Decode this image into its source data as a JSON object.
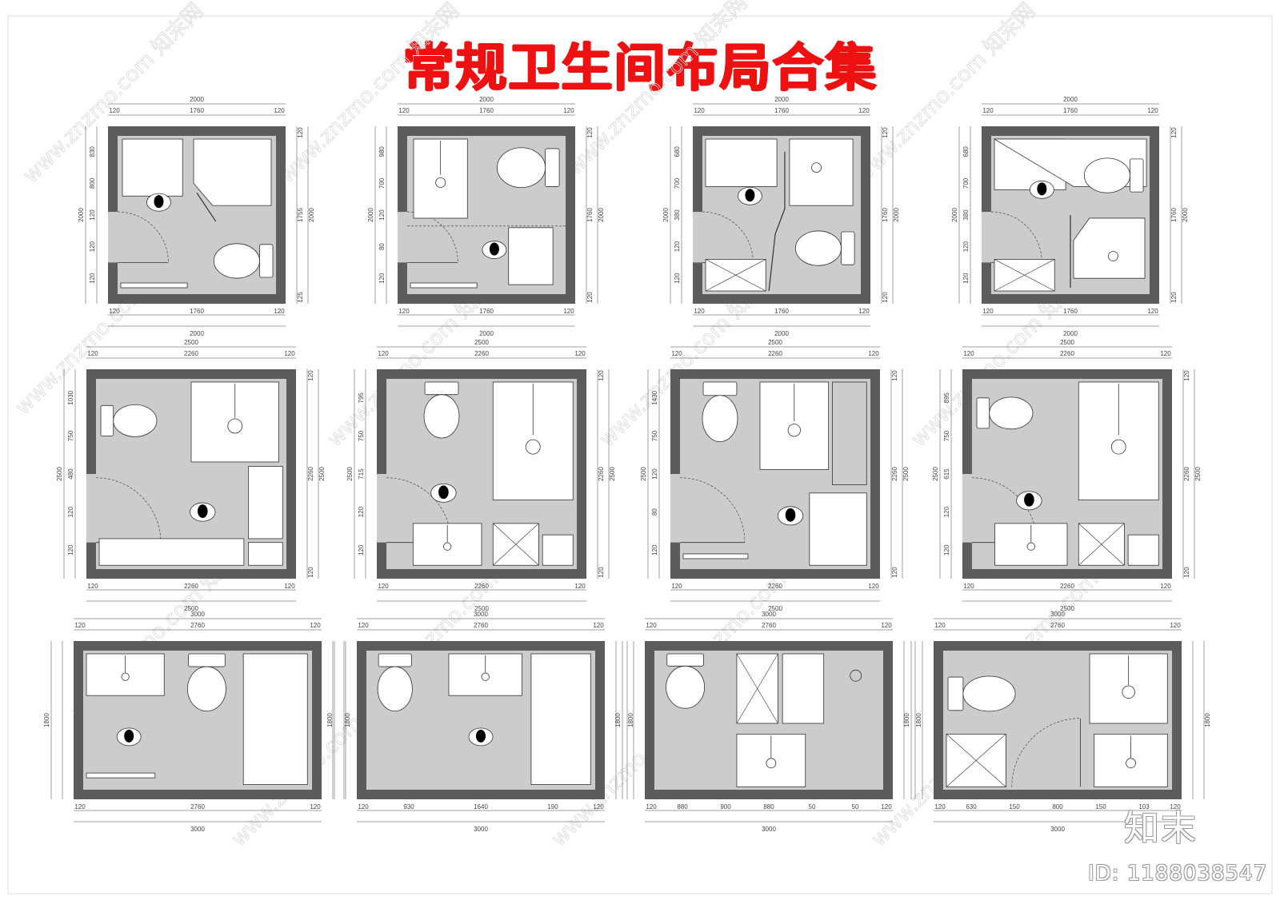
{
  "title": "常规卫生间布局合集",
  "watermark": {
    "logo": "知末",
    "id": "ID: 1188038547",
    "diagonal_text": "www.znzmo.com 知末网"
  },
  "colors": {
    "title": "#ee1111",
    "wall": "#5c5c5c",
    "floor": "#cccccc",
    "fixture": "#ffffff",
    "line": "#333333",
    "dim": "#444444"
  },
  "plans": [
    {
      "group": "2000x2000",
      "top": [
        "2000",
        "1760",
        "120",
        "120"
      ],
      "bottom": [
        "1760",
        "2000",
        "120",
        "120"
      ],
      "left": [
        "2000",
        "830",
        "800",
        "120",
        "120",
        "120"
      ],
      "right": [
        "2000",
        "1755",
        "120",
        "125"
      ]
    },
    {
      "group": "2000x2000",
      "top": [
        "2000",
        "1760",
        "120",
        "120"
      ],
      "bottom": [
        "1760",
        "2000",
        "120",
        "120"
      ],
      "left": [
        "2000",
        "980",
        "700",
        "120",
        "80",
        "120"
      ],
      "right": [
        "2000",
        "1760",
        "120",
        "120"
      ]
    },
    {
      "group": "2000x2000",
      "top": [
        "2000",
        "1760",
        "120",
        "120"
      ],
      "bottom": [
        "1760",
        "2000",
        "120",
        "120"
      ],
      "left": [
        "2000",
        "680",
        "700",
        "380",
        "120",
        "120"
      ],
      "right": [
        "2000",
        "1760",
        "120",
        "120"
      ]
    },
    {
      "group": "2000x2000",
      "top": [
        "2000",
        "1760",
        "120",
        "120"
      ],
      "bottom": [
        "1760",
        "2000",
        "120",
        "120"
      ],
      "left": [
        "2000",
        "680",
        "700",
        "380",
        "120",
        "120"
      ],
      "right": [
        "2000",
        "1760",
        "120",
        "120"
      ]
    },
    {
      "group": "2500x2500",
      "top": [
        "2500",
        "2260",
        "120",
        "120"
      ],
      "bottom": [
        "2260",
        "2500",
        "120",
        "120"
      ],
      "left": [
        "2500",
        "1030",
        "750",
        "480",
        "120",
        "120"
      ],
      "right": [
        "2500",
        "2260",
        "120",
        "120"
      ]
    },
    {
      "group": "2500x2500",
      "top": [
        "2500",
        "2260",
        "120",
        "120"
      ],
      "bottom": [
        "2260",
        "2500",
        "120",
        "120"
      ],
      "left": [
        "2500",
        "795",
        "750",
        "715",
        "120",
        "120"
      ],
      "right": [
        "2500",
        "2260",
        "120",
        "120"
      ]
    },
    {
      "group": "2500x2500",
      "top": [
        "2500",
        "2260",
        "120",
        "120"
      ],
      "bottom": [
        "2260",
        "2500",
        "120",
        "120"
      ],
      "left": [
        "2500",
        "1430",
        "750",
        "120",
        "80",
        "120"
      ],
      "right": [
        "2500",
        "2260",
        "120",
        "120"
      ]
    },
    {
      "group": "2500x2500",
      "top": [
        "2500",
        "2260",
        "120",
        "120"
      ],
      "bottom": [
        "2260",
        "2500",
        "120",
        "120"
      ],
      "left": [
        "2500",
        "895",
        "750",
        "615",
        "120",
        "120"
      ],
      "right": [
        "2500",
        "2260",
        "120",
        "120"
      ]
    },
    {
      "group": "3000x1800",
      "top": [
        "3000",
        "2760",
        "120",
        "120"
      ],
      "bottom": [
        "2760",
        "3000",
        "120",
        "120"
      ],
      "left": [
        "1800"
      ],
      "right": [
        "1800"
      ]
    },
    {
      "group": "3000x1800",
      "top": [
        "3000",
        "2760",
        "120",
        "120"
      ],
      "bottom": [
        "930",
        "1640",
        "190",
        "3000",
        "120",
        "120"
      ],
      "left": [
        "1800"
      ],
      "right": [
        "1800"
      ]
    },
    {
      "group": "3000x1800",
      "top": [
        "3000",
        "2760",
        "120",
        "120"
      ],
      "bottom": [
        "880",
        "900",
        "880",
        "50",
        "50",
        "3000",
        "120",
        "120"
      ],
      "left": [
        "1800"
      ],
      "right": [
        "1800"
      ]
    },
    {
      "group": "3000x1800",
      "top": [
        "3000",
        "2760",
        "120",
        "120"
      ],
      "bottom": [
        "630",
        "150",
        "800",
        "150",
        "103",
        "3000",
        "120",
        "120"
      ],
      "left": [
        "1800"
      ],
      "right": [
        "1800"
      ]
    }
  ]
}
